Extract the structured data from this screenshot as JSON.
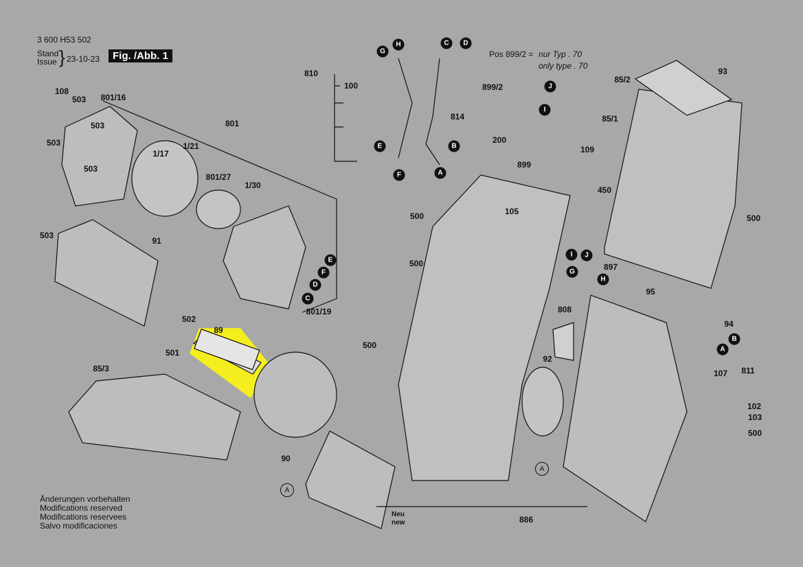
{
  "header": {
    "doc_number": "3 600 H53 502",
    "stand_label": "Stand",
    "issue_label": "Issue",
    "date": "23-10-23",
    "figure": "Fig. /Abb. 1"
  },
  "note": {
    "line1_prefix": "Pos 899/2 =",
    "line1": "nur Typ . 70",
    "line2": "only type . 70"
  },
  "footer": [
    "Änderungen vorbehalten",
    "Modifications reserved",
    "Modifications reservees",
    "Salvo modificaciones"
  ],
  "neu_new": [
    "Neu",
    "new"
  ],
  "highlight_color": "#f5ee1e",
  "part_labels": [
    "108",
    "503",
    "801/16",
    "503",
    "503",
    "503",
    "1/17",
    "1/21",
    "801",
    "801/27",
    "1/30",
    "503",
    "91",
    "502",
    "501",
    "89",
    "85/3",
    "90",
    "810",
    "100",
    "814",
    "899/2",
    "200",
    "899",
    "109",
    "85/2",
    "93",
    "85/1",
    "450",
    "500",
    "105",
    "500",
    "500",
    "500",
    "897",
    "95",
    "808",
    "92",
    "94",
    "811",
    "107",
    "102",
    "103",
    "500",
    "886",
    "801/19"
  ],
  "markers": [
    "G",
    "H",
    "C",
    "D",
    "E",
    "F",
    "B",
    "A",
    "J",
    "I",
    "E",
    "F",
    "D",
    "C",
    "I",
    "J",
    "G",
    "H",
    "A",
    "B"
  ],
  "outline_markers": [
    "A",
    "A",
    "A"
  ]
}
